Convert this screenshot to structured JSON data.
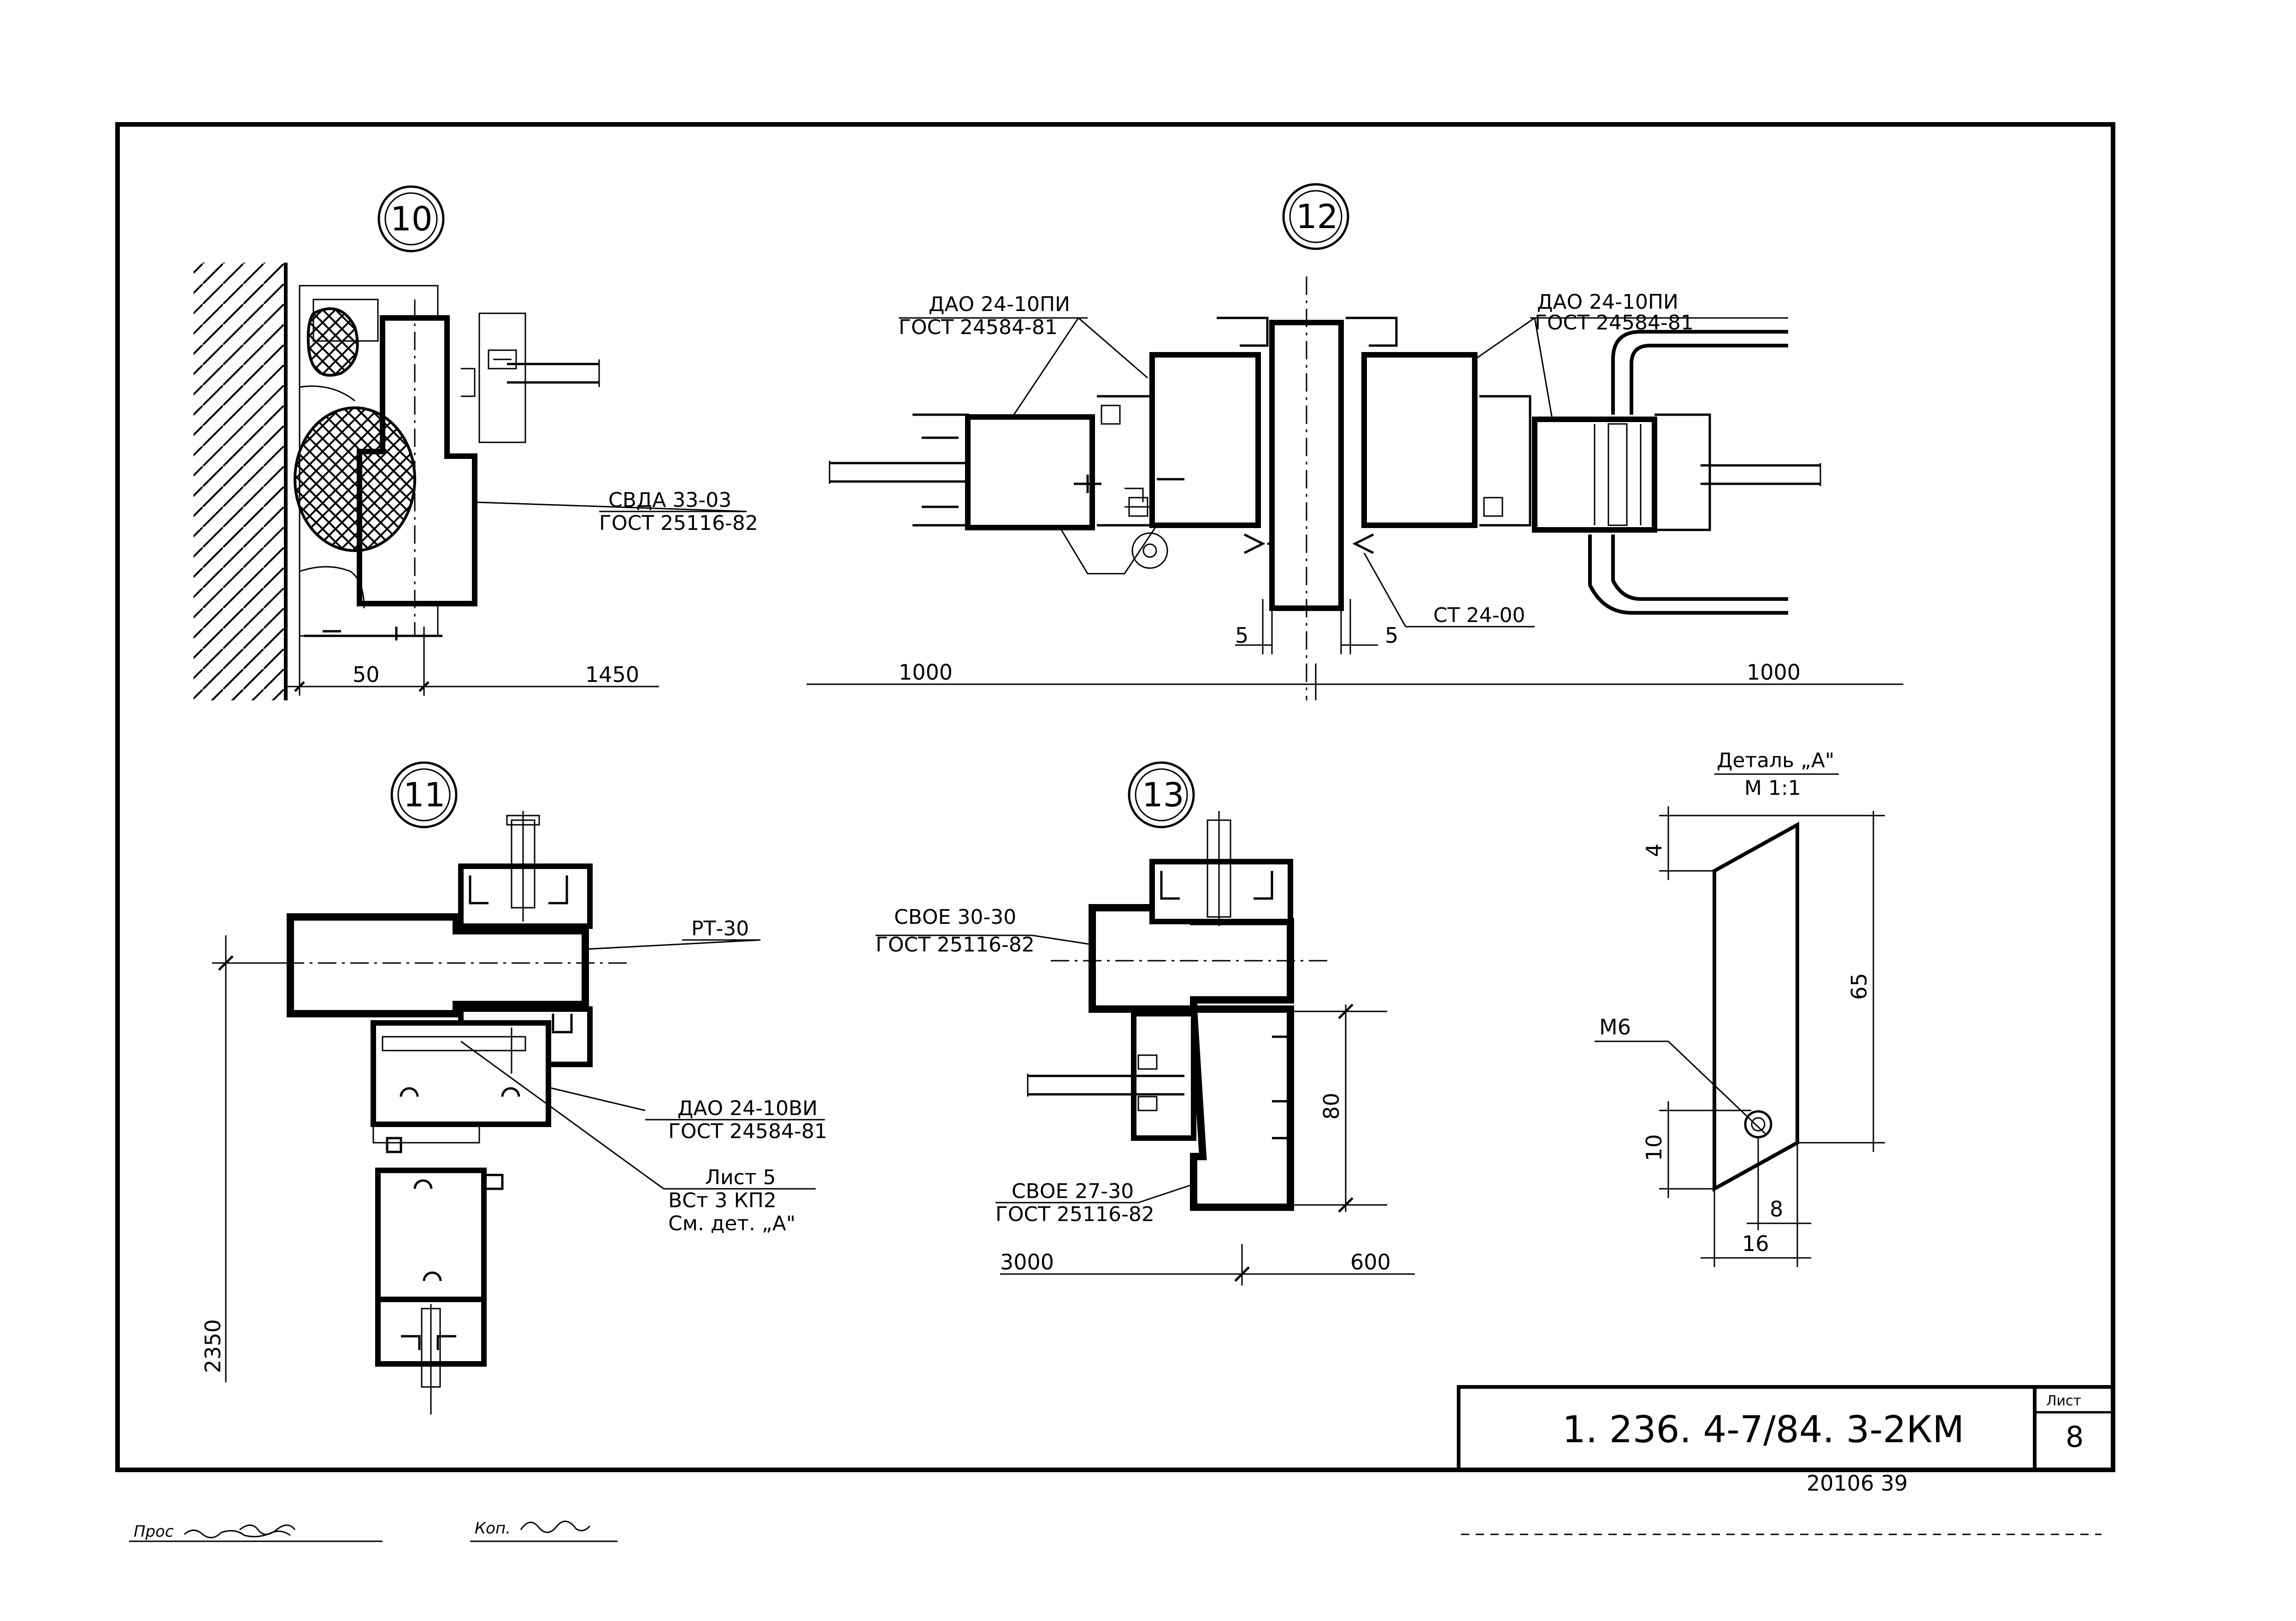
{
  "sheet": {
    "designation": "1. 236. 4-7/84. 3-2КМ",
    "sheet_label": "Лист",
    "sheet_number": "8",
    "inventory": "20106 39",
    "signature_left": "Прос",
    "signature_right": "Коп."
  },
  "details": {
    "n10": {
      "number": "10",
      "profile_name": "СВДА 33-03",
      "profile_std": "ГОСТ 25116-82",
      "dim_a": "50",
      "dim_b": "1450"
    },
    "n12": {
      "number": "12",
      "left_name": "ДАО 24-10ПИ",
      "left_std": "ГОСТ 24584-81",
      "right_name": "ДАО 24-10ПИ",
      "right_std": "ГОСТ 24584-81",
      "post_name": "СТ 24-00",
      "dim_gap_left": "5",
      "dim_gap_right": "5",
      "dim_left": "1000",
      "dim_right": "1000"
    },
    "n11": {
      "number": "11",
      "profile_name": "РТ-30",
      "window_name": "ДАО 24-10ВИ",
      "window_std": "ГОСТ 24584-81",
      "sheet_name": "Лист 5",
      "sheet_grade": "ВСт 3 КП2",
      "sheet_ref": "См. дет. „А\"",
      "dim_height": "2350"
    },
    "n13": {
      "number": "13",
      "top_name": "СВОЕ 30-30",
      "top_std": "ГОСТ 25116-82",
      "bottom_name": "СВОЕ 27-30",
      "bottom_std": "ГОСТ 25116-82",
      "dim_80": "80",
      "dim_left": "3000",
      "dim_right": "600"
    },
    "detail_a": {
      "title": "Деталь „А\"",
      "scale": "М 1:1",
      "bolt": "М6",
      "dim_4": "4",
      "dim_65": "65",
      "dim_10": "10",
      "dim_8": "8",
      "dim_16": "16"
    }
  }
}
